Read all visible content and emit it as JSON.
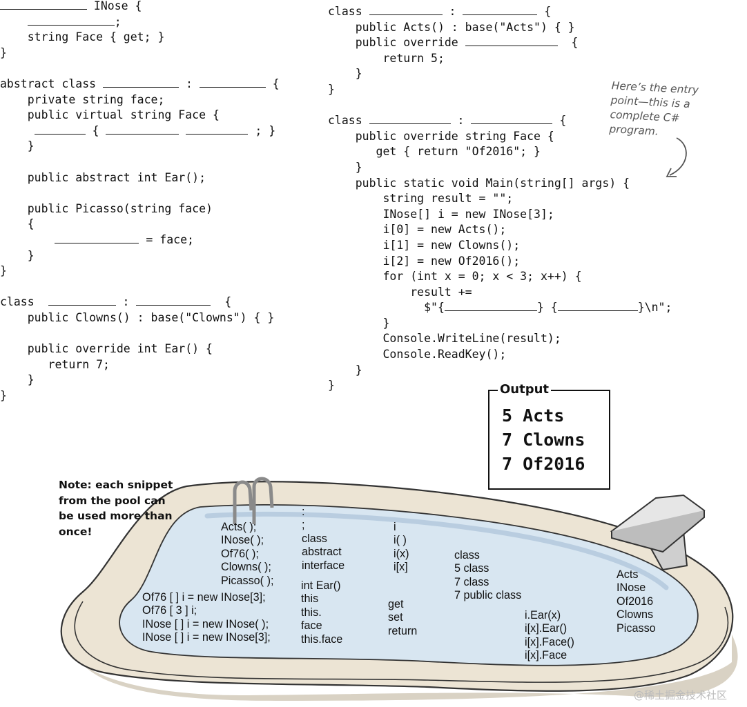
{
  "code": {
    "inose": {
      "l1_tail": " INose {",
      "l2_tail": ";",
      "l3": "    string Face { get; }",
      "l4": "}"
    },
    "picasso": {
      "l1_head": "abstract class ",
      "l1_sep": " : ",
      "l1_tail": " {",
      "l2": "    private string face;",
      "l3": "    public virtual string Face {",
      "l4_pre": "     ",
      "l4_mid1": " { ",
      "l4_mid2": " ",
      "l4_tail": " ; }",
      "l5": "    }",
      "l7": "    public abstract int Ear();",
      "l9": "    public Picasso(string face)",
      "l10": "    {",
      "l11_pre": "        ",
      "l11_tail": " = face;",
      "l12": "    }",
      "l13": "}"
    },
    "clowns": {
      "l1_head": "class  ",
      "l1_sep": " : ",
      "l1_tail": "  {",
      "l2": "    public Clowns() : base(\"Clowns\") { }",
      "l4": "    public override int Ear() {",
      "l5": "       return 7;",
      "l6": "    }",
      "l7": "}"
    },
    "acts": {
      "l1_head": "class ",
      "l1_sep": " : ",
      "l1_tail": " {",
      "l2": "    public Acts() : base(\"Acts\") { }",
      "l3_head": "    public override ",
      "l3_tail": "  {",
      "l4": "        return 5;",
      "l5": "    }",
      "l6": "}"
    },
    "of2016": {
      "l1_head": "class ",
      "l1_sep": " : ",
      "l1_tail": " {",
      "l2": "    public override string Face {",
      "l3": "       get { return \"Of2016\"; }",
      "l4": "    }",
      "l5": "    public static void Main(string[] args) {",
      "l6": "        string result = \"\";",
      "l7": "        INose[] i = new INose[3];",
      "l8": "        i[0] = new Acts();",
      "l9": "        i[1] = new Clowns();",
      "l10": "        i[2] = new Of2016();",
      "l11": "        for (int x = 0; x < 3; x++) {",
      "l12": "            result +=",
      "l13_head": "              $\"{",
      "l13_mid": "} {",
      "l13_tail": "}\\n\";",
      "l14": "        }",
      "l15": "        Console.WriteLine(result);",
      "l16": "        Console.ReadKey();",
      "l17": "    }",
      "l18": "}"
    }
  },
  "handwritten_note": [
    "Here’s the entry",
    "point—this is a",
    "complete C#",
    "program."
  ],
  "output": {
    "title": "Output",
    "lines": [
      "5 Acts",
      "7 Clowns",
      "7 Of2016"
    ]
  },
  "pool_note": [
    "Note: each snippet",
    "from the pool can",
    "be used more than",
    "once!"
  ],
  "pool": {
    "col_constructors": [
      "Acts( );",
      "INose( );",
      "Of76( );",
      "Clowns( );",
      "Picasso( );"
    ],
    "col_arrays": [
      "Of76 [ ] i = new INose[3];",
      "Of76 [ 3 ] i;",
      "INose [ ] i = new INose( );",
      "INose [ ] i = new INose[3];"
    ],
    "col_keywords_top": [
      ":",
      ";",
      "class",
      "abstract",
      "interface"
    ],
    "col_keywords_bottom": [
      "int Ear()",
      "this",
      "this.",
      "face",
      "this.face"
    ],
    "col_indexes": [
      "i",
      "i( )",
      "i(x)",
      "i[x]"
    ],
    "col_accessors": [
      "get",
      "set",
      "return"
    ],
    "col_classes": [
      "class",
      "5 class",
      "7 class",
      "7 public class"
    ],
    "col_calls": [
      "i.Ear(x)",
      "i[x].Ear()",
      "i[x].Face()",
      "i[x].Face"
    ],
    "col_names": [
      "Acts",
      "INose",
      "Of2016",
      "Clowns",
      "Picasso"
    ]
  },
  "watermark": "@稀土掘金技术社区",
  "colors": {
    "pool_water": "#d8e6f1",
    "pool_rim": "#ece4d4",
    "pool_outline": "#333333",
    "handwriting": "#555555"
  }
}
